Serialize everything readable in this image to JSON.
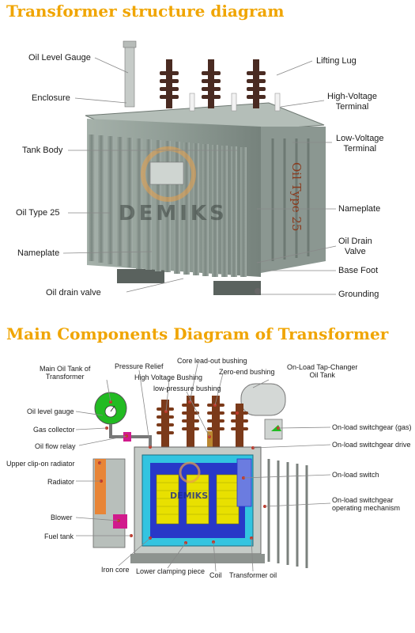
{
  "titles": {
    "top": "Transformer structure diagram",
    "bottom": "Main Components Diagram of Transformer"
  },
  "watermark": "DEMIKS",
  "tank_text": "Oil Type 25",
  "top_labels": {
    "oil_level_gauge": "Oil Level Gauge",
    "lifting_lug": "Lifting Lug",
    "enclosure": "Enclosure",
    "hv_terminal_1": "High-Voltage",
    "hv_terminal_2": "Terminal",
    "lv_terminal_1": "Low-Voltage",
    "lv_terminal_2": "Terminal",
    "tank_body": "Tank Body",
    "nameplate_right": "Nameplate",
    "oil_type_left": "Oil Type 25",
    "oil_drain_valve_r1": "Oil Drain",
    "oil_drain_valve_r2": "Valve",
    "nameplate_left": "Nameplate",
    "base_foot": "Base Foot",
    "oil_drain_valve_left": "Oil drain valve",
    "grounding": "Grounding"
  },
  "bottom_labels": {
    "main_oil_tank_1": "Main Oil Tank of",
    "main_oil_tank_2": "Transformer",
    "pressure_relief": "Pressure Relief",
    "core_leadout": "Core lead-out bushing",
    "hv_bushing": "High Voltage Bushing",
    "zero_end": "Zero-end bushing",
    "lp_bushing": "low-pressure bushing",
    "oltc_tank_1": "On-Load Tap-Changer",
    "oltc_tank_2": "Oil Tank",
    "oil_level_gauge": "Oil level gauge",
    "gas_collector": "Gas collector",
    "oil_flow_relay": "Oil flow relay",
    "upper_radiator": "Upper clip-on radiator",
    "radiator": "Radiator",
    "blower": "Blower",
    "fuel_tank": "Fuel tank",
    "iron_core": "Iron core",
    "lower_clamping": "Lower clamping piece",
    "coil": "Coil",
    "transformer_oil": "Transformer oil",
    "switchgear_gas": "On-load switchgear (gas)",
    "switchgear_drive": "On-load switchgear drive",
    "onload_switch": "On-load switch",
    "switchgear_mech_1": "On-load switchgear",
    "switchgear_mech_2": "operating mechanism"
  },
  "colors": {
    "title": "#f0a500",
    "tank": "#8f9c95",
    "fin": "#7d8a83",
    "bushing": "#4a2b22",
    "core_blue": "#2838c8",
    "coil_yellow": "#e8e000",
    "cyan": "#33c4e0",
    "radiator_orange": "#f07a20",
    "gauge_green": "#22bb22"
  }
}
